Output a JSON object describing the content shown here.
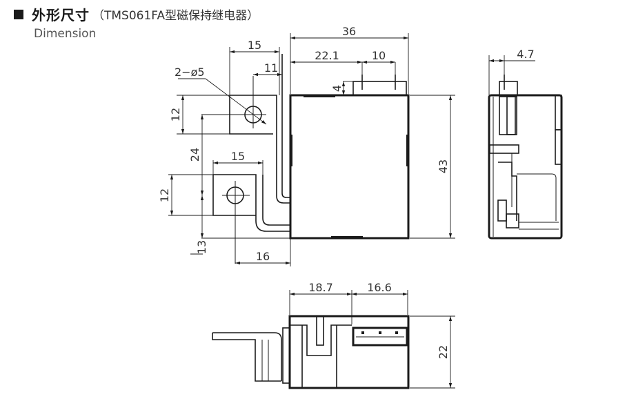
{
  "header": {
    "title": "外形尺寸",
    "model_paren": "（TMS061FA型磁保持继电器）",
    "subtitle": "Dimension"
  },
  "drawing": {
    "front_view": {
      "overall_width": "36",
      "terminal_offset": "22.1",
      "terminal_pitch": "10",
      "terminal_height": "4",
      "body_height": "43",
      "upper_bracket_width": "15",
      "upper_hole_offset": "11",
      "hole_spec": "2−ø5",
      "upper_bracket_height": "12",
      "hole_spacing": "24",
      "lower_bracket_width": "15",
      "lower_bracket_height": "12",
      "lower_hole_bottom_offset": "13",
      "lower_hole_offset": "16"
    },
    "side_view": {
      "terminal_offset": "4.7"
    },
    "bottom_view": {
      "dim_left": "18.7",
      "dim_right": "16.6",
      "height": "22"
    }
  }
}
